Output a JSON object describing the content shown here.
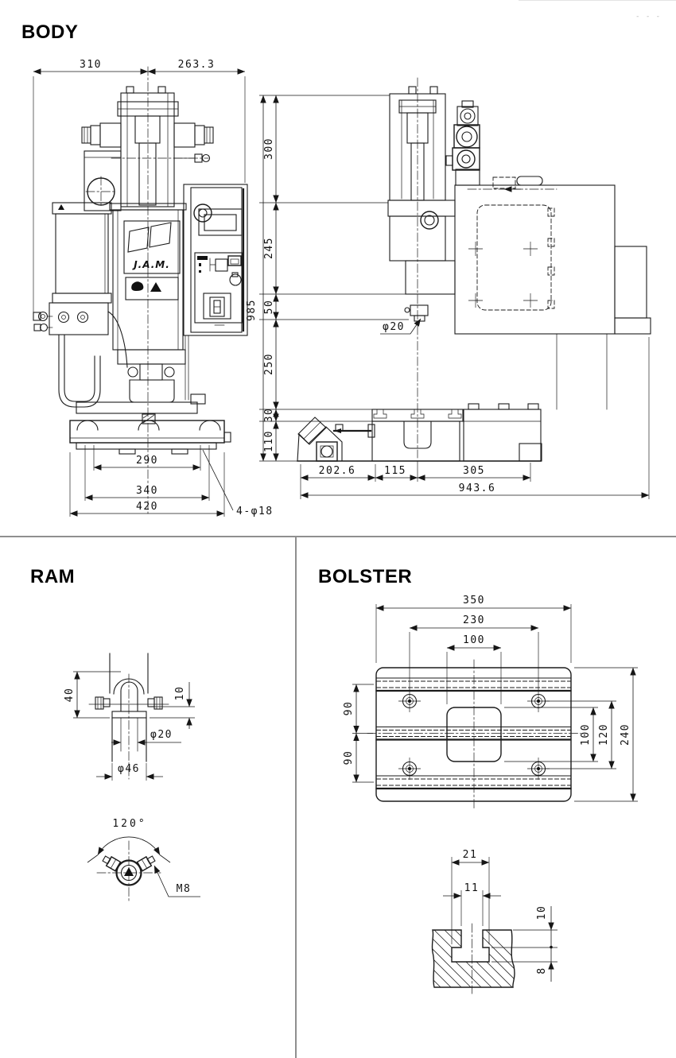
{
  "page": {
    "background": "#ffffff",
    "top_marks": "- - -"
  },
  "body": {
    "heading": "BODY",
    "logo": "J.A.M.",
    "front": {
      "d310": "310",
      "d263_3": "263.3",
      "d290": "290",
      "d340": "340",
      "d420": "420",
      "holes": "4-φ18"
    },
    "side": {
      "d985": "985",
      "d300": "300",
      "d245": "245",
      "d50": "50",
      "d250": "250",
      "d30": "30",
      "d110": "110",
      "phi20": "φ20",
      "d202_6": "202.6",
      "d115": "115",
      "d305": "305",
      "d943_6": "943.6"
    }
  },
  "ram": {
    "heading": "RAM",
    "d40": "40",
    "d10": "10",
    "phi20": "φ20",
    "phi46": "φ46",
    "angle": "120°",
    "thread": "M8"
  },
  "bolster": {
    "heading": "BOLSTER",
    "plan": {
      "d350": "350",
      "d230": "230",
      "d100_top": "100",
      "d90_upper": "90",
      "d90_lower": "90",
      "d100_right": "100",
      "d120": "120",
      "d240": "240"
    },
    "slot": {
      "d21": "21",
      "d11": "11",
      "d10": "10",
      "d8": "8"
    }
  }
}
